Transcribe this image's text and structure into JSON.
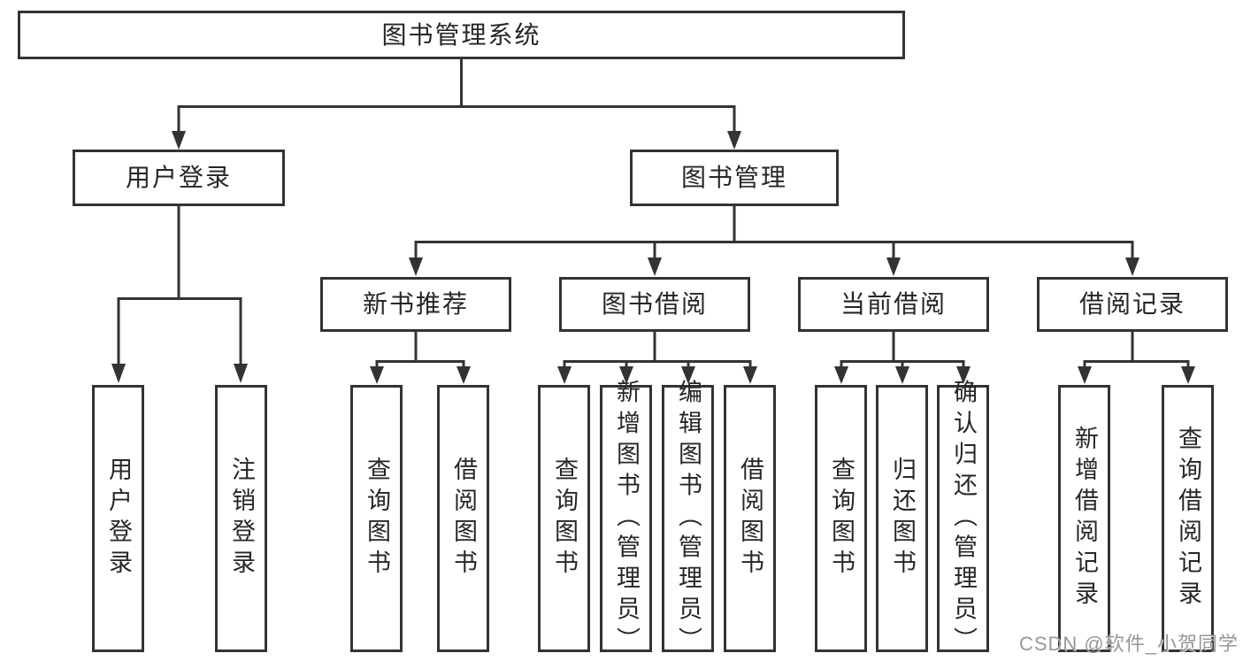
{
  "tree": {
    "root": "图书管理系统",
    "level2": [
      {
        "label": "用户登录"
      },
      {
        "label": "图书管理"
      }
    ],
    "level3": [
      {
        "label": "新书推荐"
      },
      {
        "label": "图书借阅"
      },
      {
        "label": "当前借阅"
      },
      {
        "label": "借阅记录"
      }
    ],
    "leaves": {
      "user": [
        "用户登录",
        "注销登录"
      ],
      "recommend": [
        "查询图书",
        "借阅图书"
      ],
      "borrow": [
        "查询图书",
        "新增图书（管理员）",
        "编辑图书（管理员）",
        "借阅图书"
      ],
      "current": [
        "查询图书",
        "归还图书",
        "确认归还（管理员）"
      ],
      "records": [
        "新增借阅记录",
        "查询借阅记录"
      ]
    }
  },
  "watermark": "CSDN @软件_小贺同学",
  "colors": {
    "line": "#333333",
    "text": "#262626",
    "watermark": "#979797",
    "background": "#ffffff"
  }
}
